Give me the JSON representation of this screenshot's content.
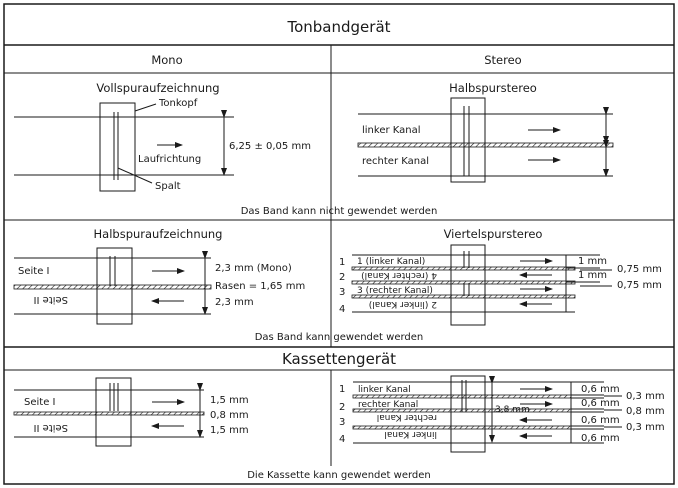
{
  "title": "Tonbandgerät",
  "headers": {
    "mono": "Mono",
    "stereo": "Stereo"
  },
  "vollspur": {
    "title": "Vollspuraufzeichnung",
    "tonkopf": "Tonkopf",
    "laufrichtung": "Laufrichtung",
    "spalt": "Spalt",
    "width_label": "6,25 ± 0,05 mm"
  },
  "halbspurstereo": {
    "title": "Halbspurstereo",
    "left": "linker Kanal",
    "right": "rechter Kanal"
  },
  "caption1": "Das Band kann nicht gewendet werden",
  "halbspur": {
    "title": "Halbspuraufzeichnung",
    "seite1": "Seite I",
    "seite2": "Seite II",
    "dim1": "2,3 mm (Mono)",
    "dim2": "Rasen = 1,65 mm",
    "dim3": "2,3 mm"
  },
  "viertelspur": {
    "title": "Viertelspurstereo",
    "n1": "1",
    "n2": "2",
    "n3": "3",
    "n4": "4",
    "t1": "1 (linker Kanal)",
    "t2": "4 (rechter Kanal)",
    "t3": "3 (rechter Kanal)",
    "t4": "2 (linker Kanal)",
    "d1": "1 mm",
    "d2": "1 mm",
    "d3": "0,75 mm",
    "d4": "0,75 mm"
  },
  "caption2": "Das Band kann gewendet werden",
  "kassette_title": "Kassettengerät",
  "kassette_mono": {
    "seite1": "Seite I",
    "seite2": "Seite II",
    "d1": "1,5 mm",
    "d2": "0,8 mm",
    "d3": "1,5 mm"
  },
  "kassette_stereo": {
    "n1": "1",
    "n2": "2",
    "n3": "3",
    "n4": "4",
    "t1": "linker Kanal",
    "t2": "rechter Kanal",
    "t3": "rechter Kanal",
    "t4": "linker Kanal",
    "total": "3,8 mm",
    "d1": "0,6 mm",
    "d2": "0,6 mm",
    "d3": "0,6 mm",
    "d4": "0,6 mm",
    "g1": "0,3 mm",
    "g2": "0,8 mm",
    "g3": "0,3 mm"
  },
  "caption3": "Die Kassette kann gewendet werden"
}
